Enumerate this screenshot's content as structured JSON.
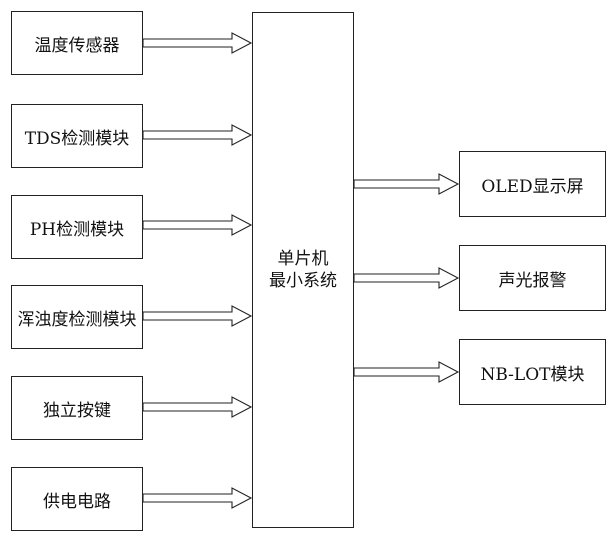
{
  "inputs": [
    {
      "label": "温度传感器"
    },
    {
      "label": "TDS检测模块"
    },
    {
      "label": "PH检测模块"
    },
    {
      "label": "浑浊度检测模块"
    },
    {
      "label": "独立按键"
    },
    {
      "label": "供电电路"
    }
  ],
  "mcu": {
    "line1": "单片机",
    "line2": "最小系统"
  },
  "outputs": [
    {
      "label": "OLED显示屏"
    },
    {
      "label": "声光报警"
    },
    {
      "label": "NB-LOT模块"
    }
  ]
}
